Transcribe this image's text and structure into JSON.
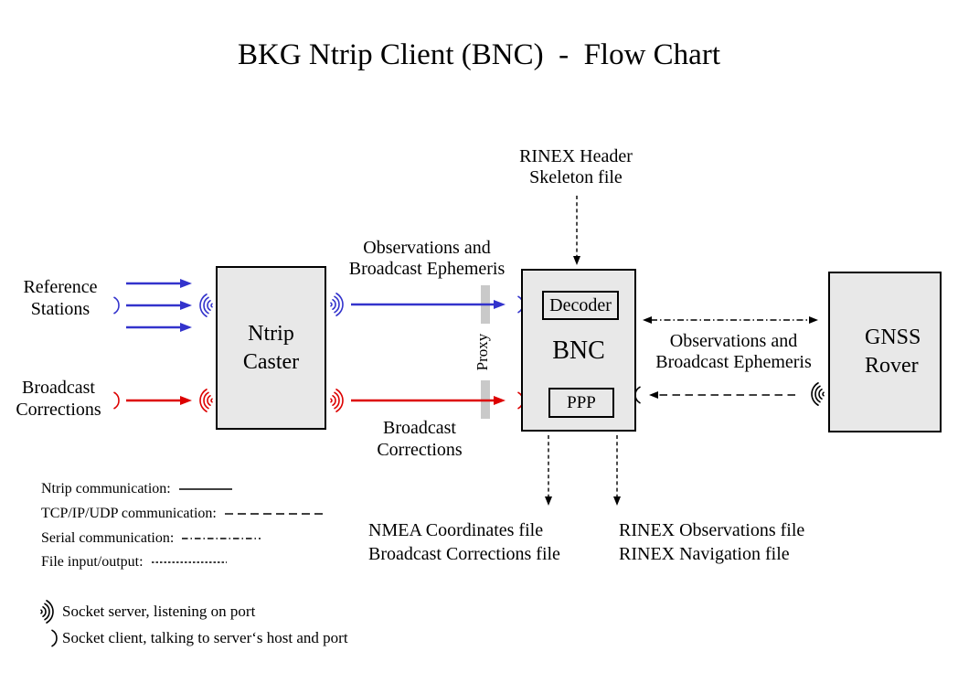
{
  "title": "BKG Ntrip Client (BNC)  -  Flow Chart",
  "colors": {
    "ntrip_blue": "#3333cc",
    "corrections_red": "#dd0000",
    "box_fill": "#e8e8e8",
    "proxy_bar": "#c9c9c9",
    "line_black": "#000000"
  },
  "boxes": {
    "ntrip_caster": [
      "Ntrip",
      "Caster"
    ],
    "bnc": {
      "label": "BNC",
      "decoder": "Decoder",
      "ppp": "PPP"
    },
    "gnss_rover": [
      "GNSS",
      "Rover"
    ]
  },
  "labels": {
    "reference_stations": [
      "Reference",
      "Stations"
    ],
    "broadcast_corrections_left": [
      "Broadcast",
      "Corrections"
    ],
    "obs_ephemeris_top": [
      "Observations and",
      "Broadcast Ephemeris"
    ],
    "broadcast_corrections_mid": [
      "Broadcast",
      "Corrections"
    ],
    "proxy": "Proxy",
    "rinex_header_skeleton": [
      "RINEX Header",
      "Skeleton file"
    ],
    "obs_ephemeris_right": [
      "Observations and",
      "Broadcast Ephemeris"
    ],
    "nmea_files": [
      "NMEA Coordinates file",
      "Broadcast Corrections file"
    ],
    "rinex_files": [
      "RINEX Observations file",
      "RINEX Navigation file"
    ]
  },
  "legend": {
    "items": [
      {
        "label": "Ntrip communication:",
        "style": "solid"
      },
      {
        "label": "TCP/IP/UDP communication:",
        "style": "dashed"
      },
      {
        "label": "Serial communication:",
        "style": "dash-dot"
      },
      {
        "label": "File input/output:",
        "style": "dotted"
      }
    ],
    "socket_server": "Socket server, listening on port",
    "socket_client": "Socket client, talking to server‘s host and port"
  }
}
